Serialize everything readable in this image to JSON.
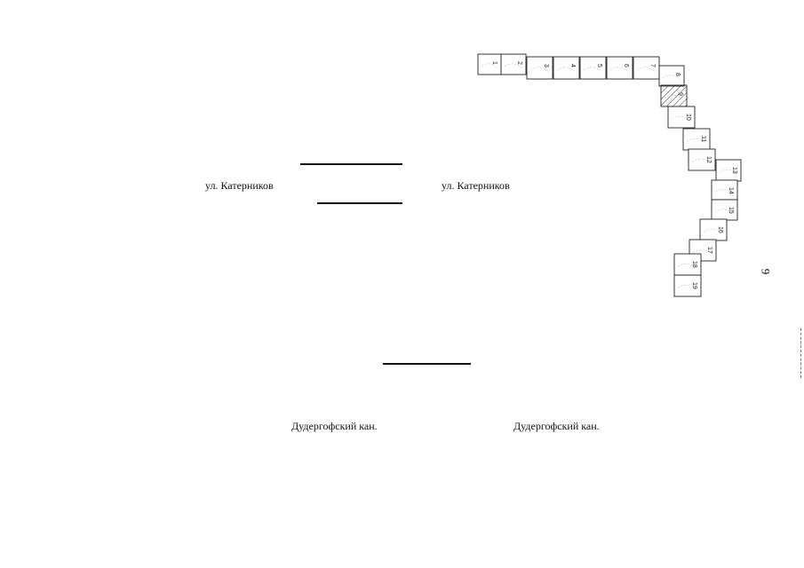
{
  "streets": {
    "katernikov_left": "ул. Катерников",
    "katernikov_right": "ул. Катерников",
    "dudergof_left": "Дудергофский кан.",
    "dudergof_right": "Дудергофский кан."
  },
  "page_number": "9",
  "tiles": [
    "1",
    "2",
    "3",
    "4",
    "5",
    "6",
    "7",
    "8",
    "9",
    "10",
    "11",
    "12",
    "13",
    "14",
    "15",
    "16",
    "17",
    "18",
    "19"
  ],
  "hatched_tile": "9"
}
